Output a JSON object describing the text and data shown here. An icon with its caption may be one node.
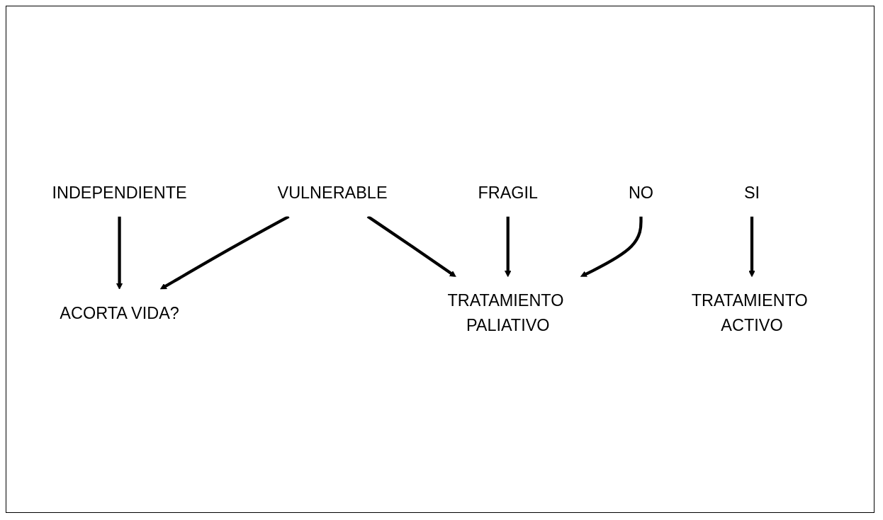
{
  "diagram": {
    "nodes": [
      {
        "text": [
          "INDEPENDIENTE"
        ]
      },
      {
        "text": [
          "VULNERABLE"
        ]
      },
      {
        "text": [
          "FRAGIL"
        ]
      },
      {
        "text": [
          "ACORTA VIDA?"
        ]
      },
      {
        "text": [
          "SI"
        ]
      },
      {
        "text": [
          "NO"
        ]
      },
      {
        "text": [
          "TRATAMIENTO ACTIVO"
        ]
      },
      {
        "text": [
          "TRATAMIENTO PALIATIVO"
        ]
      }
    ],
    "edges": [
      {
        "from": 0,
        "to": 3,
        "arrow": "to"
      },
      {
        "from": 1,
        "to": 3,
        "arrow": "to"
      },
      {
        "from": 1,
        "to": 7,
        "arrow": "to"
      },
      {
        "from": 2,
        "to": 7,
        "arrow": "to"
      },
      {
        "from": 4,
        "to": 6,
        "arrow": "to"
      },
      {
        "from": 5,
        "to": 7,
        "arrow": "to"
      }
    ]
  }
}
